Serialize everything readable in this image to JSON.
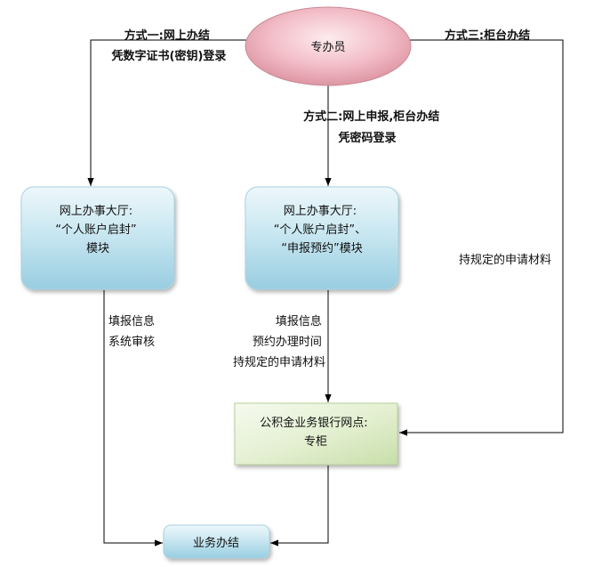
{
  "nodes": {
    "specialist": {
      "label": "专办员"
    },
    "hall_left": {
      "lines": [
        "网上办事大厅:",
        "“个人账户启封”",
        "模块"
      ]
    },
    "hall_mid": {
      "lines": [
        "网上办事大厅:",
        "“个人账户启封”、",
        "“申报预约”模块"
      ]
    },
    "bank": {
      "lines": [
        "公积金业务银行网点:",
        "专柜"
      ]
    },
    "done": {
      "label": "业务办结"
    }
  },
  "edge_labels": {
    "method1": {
      "lines": [
        "方式一:网上办结",
        "凭数字证书(密钥)登录"
      ]
    },
    "method2": {
      "lines": [
        "方式二:网上申报,柜台办结",
        "凭密码登录"
      ]
    },
    "method3": {
      "lines": [
        "方式三:柜台办结"
      ]
    },
    "left_steps": {
      "lines": [
        "填报信息",
        "系统审核"
      ]
    },
    "mid_steps": {
      "lines": [
        "填报信息",
        "预约办理时间",
        "持规定的申请材料"
      ]
    },
    "right_steps": {
      "lines": [
        "持规定的申请材料"
      ]
    }
  }
}
